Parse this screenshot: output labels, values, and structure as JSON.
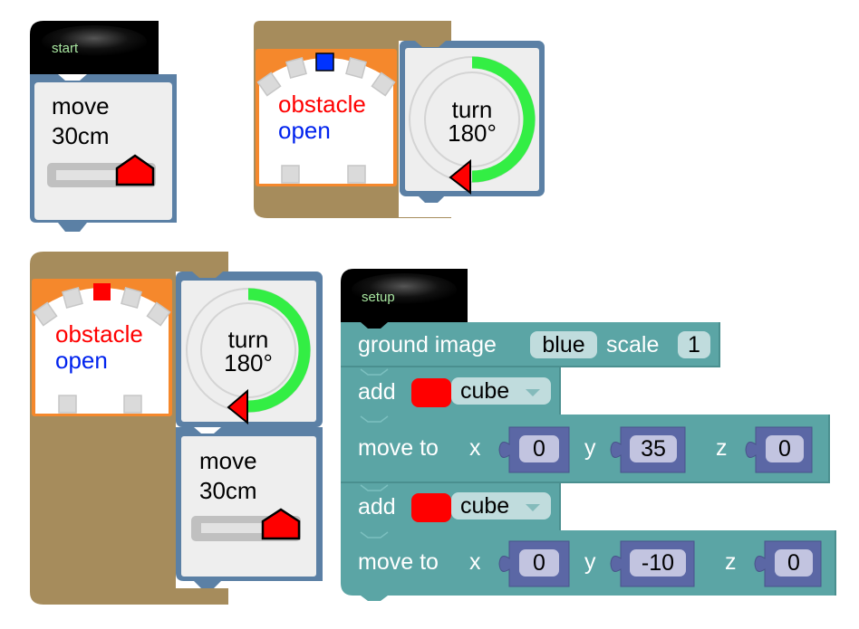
{
  "colors": {
    "hat_black": "#000000",
    "hat_label": "#a8e6a0",
    "motion_block": "#5b80a5",
    "motion_face": "#eeeeee",
    "control_block": "#a68c5c",
    "sensor_orange": "#f5882c",
    "scene_teal": "#5ba5a5",
    "value_block": "#5b67a5",
    "accent_red": "#ff0000",
    "arc_green": "#33ee44",
    "sensor_blue": "#0033ff"
  },
  "stack1": {
    "hat_label": "start",
    "move_block": {
      "line1": "move",
      "line2": "30cm",
      "slider_value": 30
    }
  },
  "stack2": {
    "condition": {
      "line1": "obstacle",
      "line2": "open",
      "active_sensor_color": "blue"
    },
    "turn_block": {
      "line1": "turn",
      "line2": "180°",
      "angle": 180
    }
  },
  "stack3": {
    "condition": {
      "line1": "obstacle",
      "line2": "open",
      "active_sensor_color": "red"
    },
    "turn_block": {
      "line1": "turn",
      "line2": "180°",
      "angle": 180
    },
    "move_block": {
      "line1": "move",
      "line2": "30cm",
      "slider_value": 30
    }
  },
  "setup_stack": {
    "hat_label": "setup",
    "ground": {
      "label": "ground image",
      "image_value": "blue",
      "scale_label": "scale",
      "scale_value": "1"
    },
    "add1": {
      "label": "add",
      "color": "#ff0000",
      "shape_value": "cube"
    },
    "move1": {
      "label": "move to",
      "x_label": "x",
      "x_value": "0",
      "y_label": "y",
      "y_value": "35",
      "z_label": "z",
      "z_value": "0"
    },
    "add2": {
      "label": "add",
      "color": "#ff0000",
      "shape_value": "cube"
    },
    "move2": {
      "label": "move to",
      "x_label": "x",
      "x_value": "0",
      "y_label": "y",
      "y_value": "-10",
      "z_label": "z",
      "z_value": "0"
    }
  }
}
